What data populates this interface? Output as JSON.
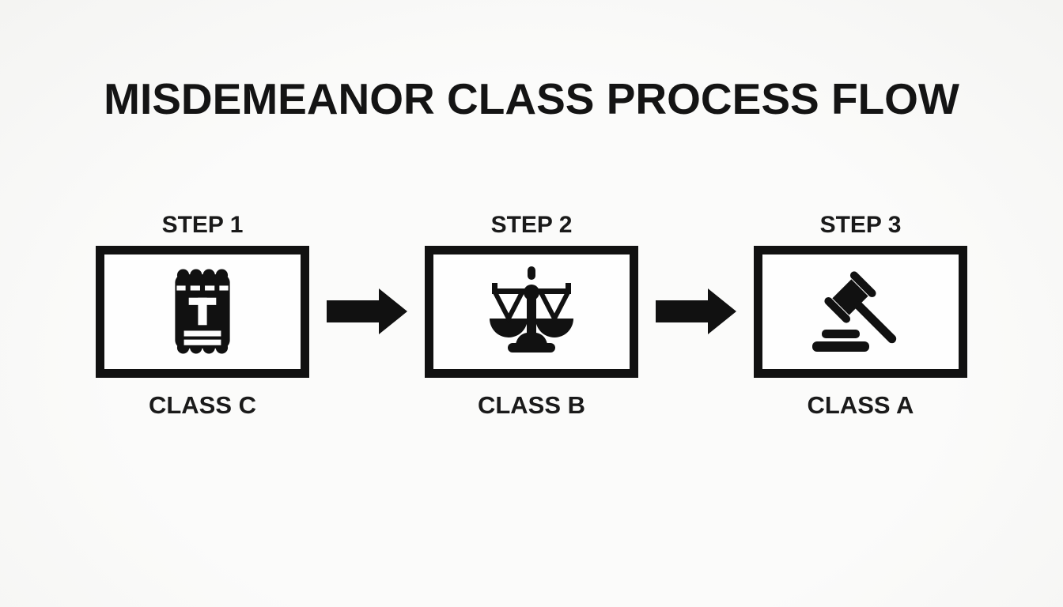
{
  "title": "MISDEMEANOR CLASS PROCESS FLOW",
  "colors": {
    "ink": "#111111",
    "background": "#f6f6f4",
    "box_fill": "#fefefe"
  },
  "steps": [
    {
      "step_label": "STEP 1",
      "class_label": "CLASS C",
      "icon": "ticket-icon"
    },
    {
      "step_label": "STEP 2",
      "class_label": "CLASS B",
      "icon": "scales-of-justice-icon"
    },
    {
      "step_label": "STEP 3",
      "class_label": "CLASS A",
      "icon": "gavel-icon"
    }
  ],
  "connectors": [
    {
      "icon": "arrow-right-icon"
    },
    {
      "icon": "arrow-right-icon"
    }
  ]
}
